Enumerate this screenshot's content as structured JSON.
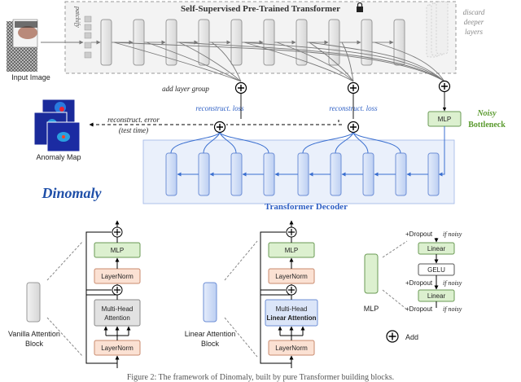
{
  "encoder": {
    "title": "Self-Supervised Pre-Trained Transformer",
    "patchify_label": "patchify",
    "discard_label_1": "discard",
    "discard_label_2": "deeper",
    "discard_label_3": "layers",
    "lock_icon": "lock-icon"
  },
  "input": {
    "label": "Input Image"
  },
  "anomaly_map": {
    "label": "Anomaly Map"
  },
  "add_layer_group": "add layer group",
  "reconstruct_loss_1": "reconstruct. loss",
  "reconstruct_loss_2": "reconstruct. loss",
  "reconstruct_error_1": "reconstruct. error",
  "reconstruct_error_2": "(test time)",
  "bottleneck": {
    "mlp_label": "MLP",
    "noisy_label": "Noisy",
    "bottleneck_label": "Bottleneck"
  },
  "decoder": {
    "title": "Transformer Decoder"
  },
  "logo": {
    "text": "Dinomaly"
  },
  "vanilla_block": {
    "label_1": "Vanilla Attention",
    "label_2": "Block",
    "mlp": "MLP",
    "layernorm_top": "LayerNorm",
    "attention_1": "Multi-Head",
    "attention_2": "Attention",
    "layernorm_bottom": "LayerNorm"
  },
  "linear_block": {
    "label_1": "Linear Attention",
    "label_2": "Block",
    "mlp": "MLP",
    "layernorm_top": "LayerNorm",
    "attention_1": "Multi-Head",
    "attention_2": "Linear Attention",
    "layernorm_bottom": "LayerNorm"
  },
  "mlp_detail": {
    "mlp_label": "MLP",
    "dropout": "+Dropout",
    "if_noisy": "if noisy",
    "linear": "Linear",
    "gelu": "GELU"
  },
  "legend": {
    "add_label": "Add"
  },
  "caption": "Figure 2: The framework of Dinomaly, built by pure Transformer building blocks."
}
